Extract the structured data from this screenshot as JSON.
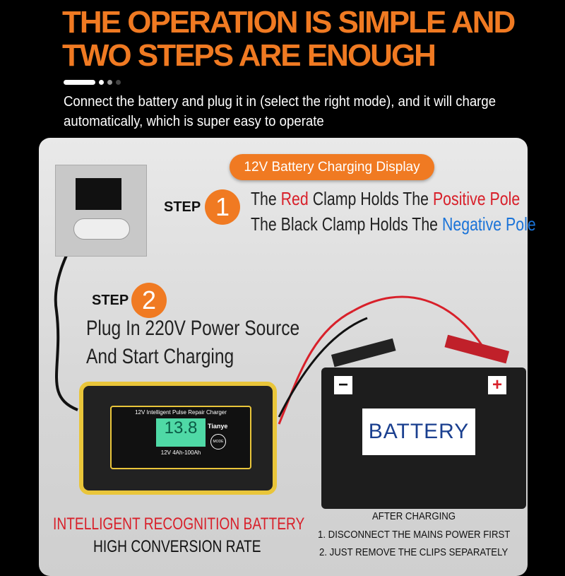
{
  "header": {
    "title_line1": "THE OPERATION IS SIMPLE AND",
    "title_line2": "TWO STEPS ARE ENOUGH",
    "subtitle": "Connect the battery and plug it in (select the right mode), and it will charge automatically, which is super easy to operate"
  },
  "display_pill": "12V Battery Charging Display",
  "step1": {
    "label": "STEP",
    "number": "1",
    "line1": {
      "a": "The ",
      "b": "Red",
      "c": " Clamp Holds The ",
      "d": "Positive Pole"
    },
    "line2": {
      "a": "The Black Clamp Holds The ",
      "b": "Negative Pole"
    }
  },
  "step2": {
    "label": "STEP",
    "number": "2",
    "line1": "Plug In 220V Power Source",
    "line2": "And Start Charging"
  },
  "charger": {
    "model": "12V Intelligent Pulse Repair Charger",
    "brand": "Tianye",
    "reading": "13.8",
    "spec": "12V 4Ah-100Ah",
    "mode": "MODE"
  },
  "battery": {
    "label": "BATTERY",
    "minus": "−",
    "plus": "+"
  },
  "bottom_left": {
    "line1": "INTELLIGENT RECOGNITION BATTERY",
    "line2": "HIGH CONVERSION RATE"
  },
  "after": {
    "title": "AFTER CHARGING",
    "step1": "1. DISCONNECT THE MAINS POWER FIRST",
    "step2": "2. JUST REMOVE THE CLIPS SEPARATELY"
  },
  "colors": {
    "accent": "#f07a22",
    "red": "#d8202a",
    "blue": "#1a73d8",
    "charger_yellow": "#e9c53a"
  }
}
